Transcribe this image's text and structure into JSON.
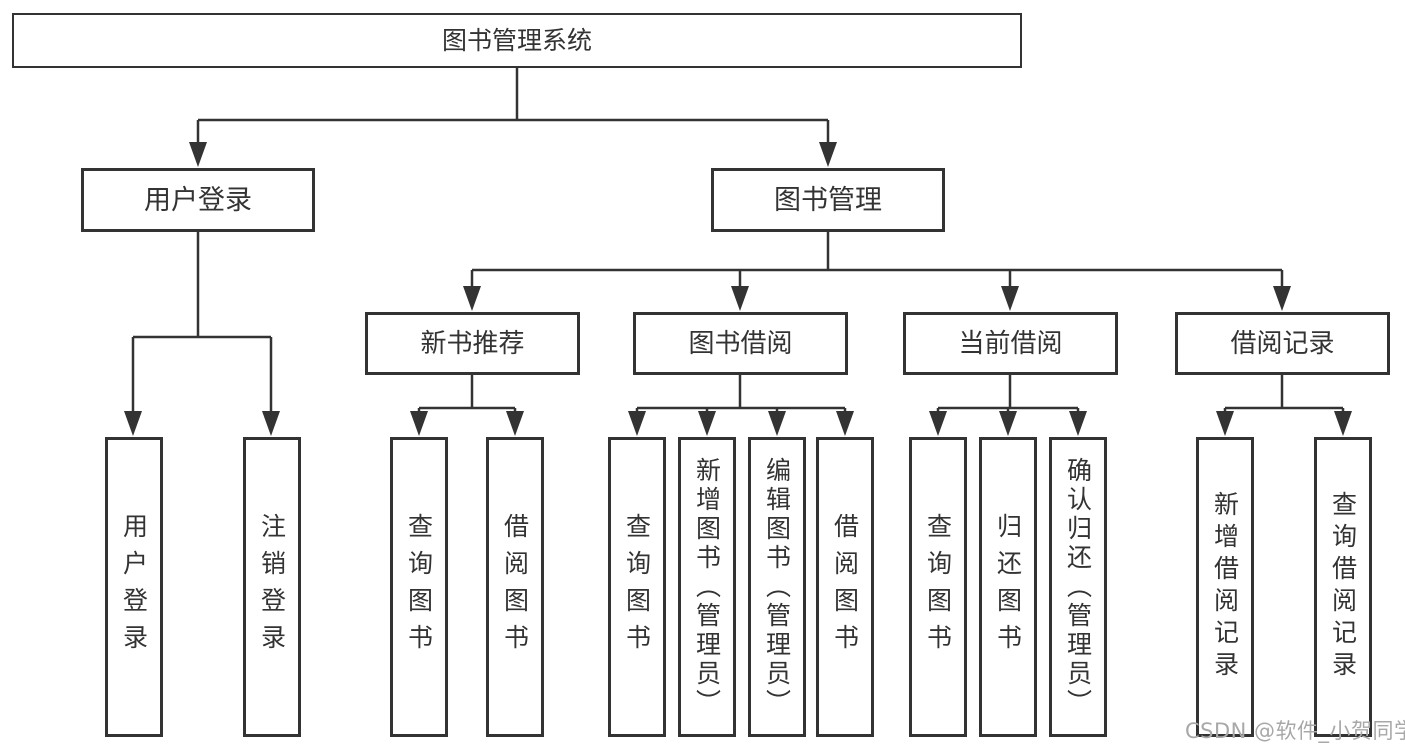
{
  "diagram": {
    "type": "hierarchy-flowchart",
    "root": {
      "label": "图书管理系统",
      "children": {
        "user": {
          "label": "用户登录",
          "leaves": [
            "用户登录",
            "注销登录"
          ]
        },
        "book": {
          "label": "图书管理",
          "children": {
            "recommend": {
              "label": "新书推荐",
              "leaves": [
                "查询图书",
                "借阅图书"
              ]
            },
            "borrow": {
              "label": "图书借阅",
              "leaves": [
                "查询图书",
                "新增图书（管理员）",
                "编辑图书（管理员）",
                "借阅图书"
              ]
            },
            "current": {
              "label": "当前借阅",
              "leaves": [
                "查询图书",
                "归还图书",
                "确认归还（管理员）"
              ]
            },
            "records": {
              "label": "借阅记录",
              "leaves": [
                "新增借阅记录",
                "查询借阅记录"
              ]
            }
          }
        }
      }
    }
  },
  "watermark": {
    "text": "CSDN @软件_小贺同学"
  },
  "colors": {
    "line": "#333333",
    "text": "#333333",
    "box_background": "#ffffff",
    "watermark": "#a8a8a8",
    "background": "#ffffff"
  }
}
